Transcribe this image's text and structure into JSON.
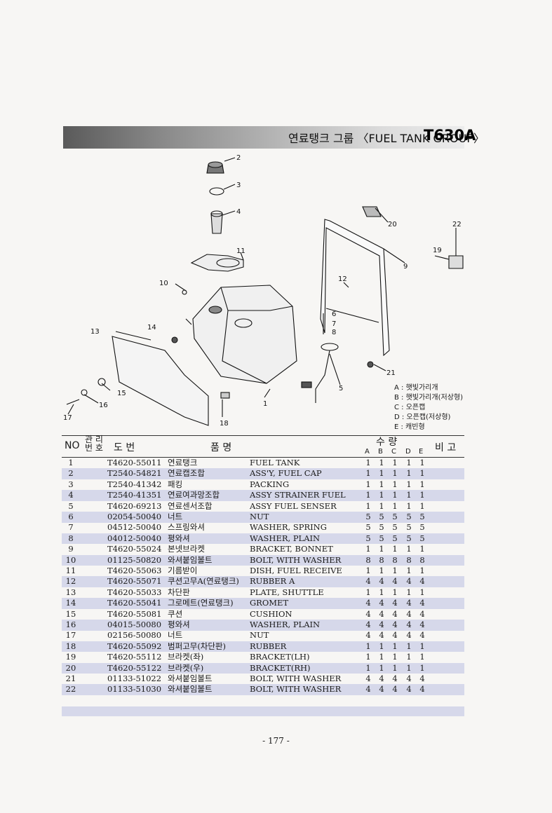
{
  "title": {
    "text": "연료탱크 그룹 〈FUEL TANK GROUP〉",
    "model": "T630A"
  },
  "callouts": [
    "1",
    "2",
    "3",
    "4",
    "5",
    "6",
    "7",
    "8",
    "9",
    "10",
    "11",
    "12",
    "13",
    "14",
    "15",
    "16",
    "17",
    "18",
    "19",
    "20",
    "21",
    "22"
  ],
  "legend": [
    "A : 햇빛가리개",
    "B : 햇빛가리개(저상형)",
    "C : 오픈캡",
    "D : 오픈캡(저상형)",
    "E : 캐빈형"
  ],
  "header": {
    "no": "NO",
    "mgmt_top": "관 리",
    "mgmt_bottom": "번 호",
    "part_no": "도   번",
    "name": "품                    명",
    "qty": "수       량",
    "remarks": "비 고",
    "variants": [
      "A",
      "B",
      "C",
      "D",
      "E"
    ]
  },
  "rows": [
    {
      "no": "1",
      "part": "T4620-55011",
      "kor": "연료탱크",
      "eng": "FUEL TANK",
      "qty": [
        "1",
        "1",
        "1",
        "1",
        "1"
      ]
    },
    {
      "no": "2",
      "part": "T2540-54821",
      "kor": "연료캡조합",
      "eng": "ASS'Y, FUEL CAP",
      "qty": [
        "1",
        "1",
        "1",
        "1",
        "1"
      ]
    },
    {
      "no": "3",
      "part": "T2540-41342",
      "kor": "패킹",
      "eng": "PACKING",
      "qty": [
        "1",
        "1",
        "1",
        "1",
        "1"
      ]
    },
    {
      "no": "4",
      "part": "T2540-41351",
      "kor": "연료여과망조합",
      "eng": "ASSY STRAINER FUEL",
      "qty": [
        "1",
        "1",
        "1",
        "1",
        "1"
      ]
    },
    {
      "no": "5",
      "part": "T4620-69213",
      "kor": "연료센서조합",
      "eng": "ASSY FUEL SENSER",
      "qty": [
        "1",
        "1",
        "1",
        "1",
        "1"
      ]
    },
    {
      "no": "6",
      "part": "02054-50040",
      "kor": "너트",
      "eng": "NUT",
      "qty": [
        "5",
        "5",
        "5",
        "5",
        "5"
      ]
    },
    {
      "no": "7",
      "part": "04512-50040",
      "kor": "스프링와셔",
      "eng": "WASHER, SPRING",
      "qty": [
        "5",
        "5",
        "5",
        "5",
        "5"
      ]
    },
    {
      "no": "8",
      "part": "04012-50040",
      "kor": "평와셔",
      "eng": "WASHER, PLAIN",
      "qty": [
        "5",
        "5",
        "5",
        "5",
        "5"
      ]
    },
    {
      "no": "9",
      "part": "T4620-55024",
      "kor": "본넷브라켓",
      "eng": "BRACKET, BONNET",
      "qty": [
        "1",
        "1",
        "1",
        "1",
        "1"
      ]
    },
    {
      "no": "10",
      "part": "01125-50820",
      "kor": "와셔붙임볼트",
      "eng": "BOLT, WITH WASHER",
      "qty": [
        "8",
        "8",
        "8",
        "8",
        "8"
      ]
    },
    {
      "no": "11",
      "part": "T4620-55063",
      "kor": "기름받이",
      "eng": "DISH, FUEL RECEIVE",
      "qty": [
        "1",
        "1",
        "1",
        "1",
        "1"
      ]
    },
    {
      "no": "12",
      "part": "T4620-55071",
      "kor": "쿠션고무A(연료탱크)",
      "eng": "RUBBER A",
      "qty": [
        "4",
        "4",
        "4",
        "4",
        "4"
      ]
    },
    {
      "no": "13",
      "part": "T4620-55033",
      "kor": "차단판",
      "eng": "PLATE, SHUTTLE",
      "qty": [
        "1",
        "1",
        "1",
        "1",
        "1"
      ]
    },
    {
      "no": "14",
      "part": "T4620-55041",
      "kor": "그로메트(연료탱크)",
      "eng": "GROMET",
      "qty": [
        "4",
        "4",
        "4",
        "4",
        "4"
      ]
    },
    {
      "no": "15",
      "part": "T4620-55081",
      "kor": "쿠션",
      "eng": "CUSHION",
      "qty": [
        "4",
        "4",
        "4",
        "4",
        "4"
      ]
    },
    {
      "no": "16",
      "part": "04015-50080",
      "kor": "평와셔",
      "eng": " WASHER, PLAIN",
      "qty": [
        "4",
        "4",
        "4",
        "4",
        "4"
      ]
    },
    {
      "no": "17",
      "part": "02156-50080",
      "kor": "너트",
      "eng": "NUT",
      "qty": [
        "4",
        "4",
        "4",
        "4",
        "4"
      ]
    },
    {
      "no": "18",
      "part": "T4620-55092",
      "kor": "범퍼고무(차단판)",
      "eng": "RUBBER",
      "qty": [
        "1",
        "1",
        "1",
        "1",
        "1"
      ]
    },
    {
      "no": "19",
      "part": "T4620-55112",
      "kor": "브라켓(좌)",
      "eng": "BRACKET(LH)",
      "qty": [
        "1",
        "1",
        "1",
        "1",
        "1"
      ]
    },
    {
      "no": "20",
      "part": "T4620-55122",
      "kor": "브라켓(우)",
      "eng": "BRACKET(RH)",
      "qty": [
        "1",
        "1",
        "1",
        "1",
        "1"
      ]
    },
    {
      "no": "21",
      "part": "01133-51022",
      "kor": "와셔붙임볼트",
      "eng": "BOLT, WITH WASHER",
      "qty": [
        "4",
        "4",
        "4",
        "4",
        "4"
      ]
    },
    {
      "no": "22",
      "part": "01133-51030",
      "kor": "와셔붙임볼트",
      "eng": "BOLT, WITH WASHER",
      "qty": [
        "4",
        "4",
        "4",
        "4",
        "4"
      ]
    }
  ],
  "page_number": "- 177 -"
}
